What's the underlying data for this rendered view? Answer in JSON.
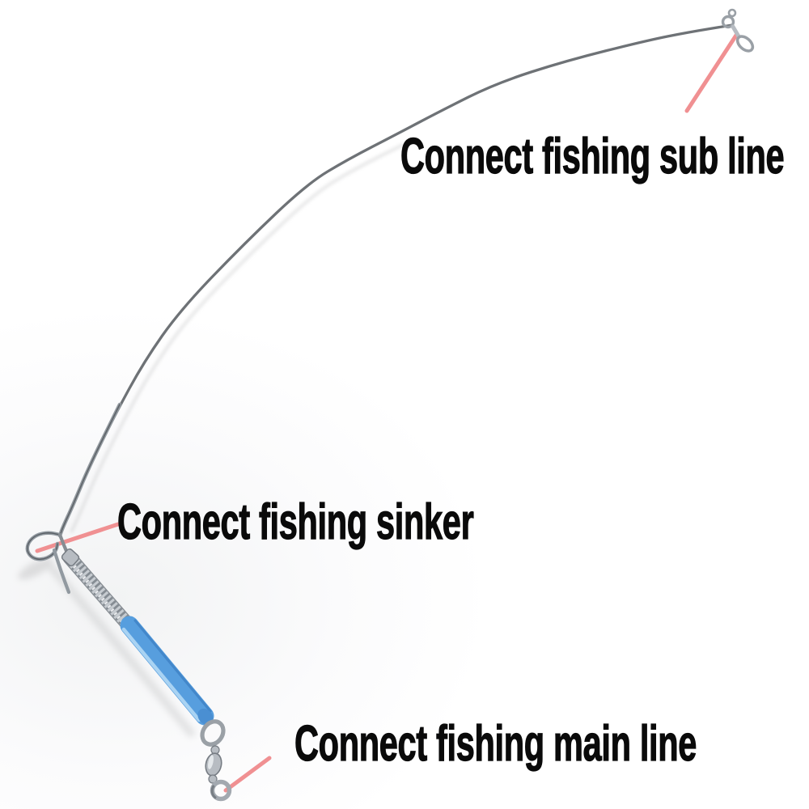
{
  "page": {
    "background": "#ffffff",
    "kind": "annotated product photo of an anti-tangle fishing rig boom"
  },
  "annotations": {
    "sub_line": {
      "label": "Connect fishing sub line",
      "target": "snap swivel at top-right end of the wire boom"
    },
    "sinker": {
      "label": "Connect fishing sinker",
      "target": "wire clip hook at the elbow of the boom"
    },
    "main_line": {
      "label": "Connect fishing main line",
      "target": "barrel swivel ring at the bottom of the blue tube"
    }
  },
  "colors": {
    "label_text": "#0a0a0a",
    "pointer_line": "#f09092",
    "wire_metal": "#6e7276",
    "metal_outline": "#9aa0a6",
    "metal_light": "#b7bcc2",
    "metal_dark": "#767c83",
    "spring_base": "#c6cbd0",
    "spring_coil": "#858c93",
    "tube_blue": "#579ede",
    "tube_highlight": "#aed6f3",
    "tube_edge": "#3f81c4"
  }
}
